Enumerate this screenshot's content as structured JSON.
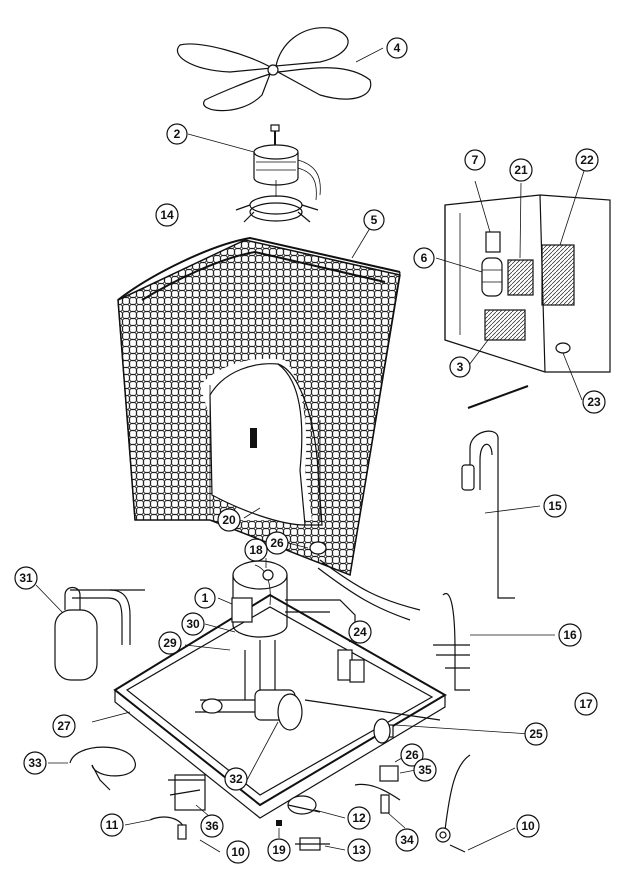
{
  "callouts": [
    {
      "id": "c1",
      "label": "1"
    },
    {
      "id": "c2",
      "label": "2"
    },
    {
      "id": "c3",
      "label": "3"
    },
    {
      "id": "c4",
      "label": "4"
    },
    {
      "id": "c5",
      "label": "5"
    },
    {
      "id": "c6",
      "label": "6"
    },
    {
      "id": "c7",
      "label": "7"
    },
    {
      "id": "c10a",
      "label": "10"
    },
    {
      "id": "c10b",
      "label": "10"
    },
    {
      "id": "c11",
      "label": "11"
    },
    {
      "id": "c12",
      "label": "12"
    },
    {
      "id": "c13",
      "label": "13"
    },
    {
      "id": "c14",
      "label": "14"
    },
    {
      "id": "c15",
      "label": "15"
    },
    {
      "id": "c16",
      "label": "16"
    },
    {
      "id": "c17",
      "label": "17"
    },
    {
      "id": "c18",
      "label": "18"
    },
    {
      "id": "c19",
      "label": "19"
    },
    {
      "id": "c20",
      "label": "20"
    },
    {
      "id": "c21",
      "label": "21"
    },
    {
      "id": "c22",
      "label": "22"
    },
    {
      "id": "c23",
      "label": "23"
    },
    {
      "id": "c24",
      "label": "24"
    },
    {
      "id": "c25",
      "label": "25"
    },
    {
      "id": "c26a",
      "label": "26"
    },
    {
      "id": "c26b",
      "label": "26"
    },
    {
      "id": "c27",
      "label": "27"
    },
    {
      "id": "c29",
      "label": "29"
    },
    {
      "id": "c30",
      "label": "30"
    },
    {
      "id": "c31",
      "label": "31"
    },
    {
      "id": "c32",
      "label": "32"
    },
    {
      "id": "c33",
      "label": "33"
    },
    {
      "id": "c34",
      "label": "34"
    },
    {
      "id": "c35",
      "label": "35"
    },
    {
      "id": "c36",
      "label": "36"
    }
  ]
}
